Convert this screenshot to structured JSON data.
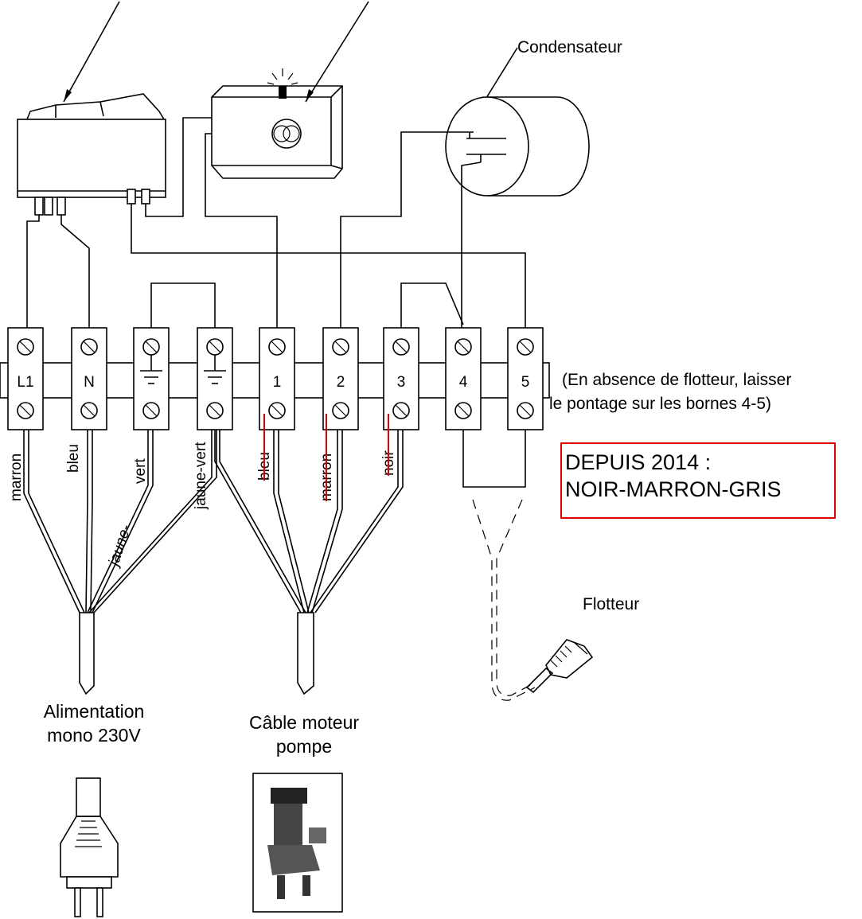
{
  "labels": {
    "capacitor": "Condensateur",
    "float": "Flotteur",
    "float_note_line1": "(En absence de flotteur, laisser",
    "float_note_line2": "le pontage sur les bornes 4-5)",
    "notice_line1": "DEPUIS 2014 :",
    "notice_line2": "NOIR-MARRON-GRIS",
    "power_line1": "Alimentation",
    "power_line2": "mono 230V",
    "motor_line1": "Câble moteur",
    "motor_line2": "pompe"
  },
  "terminals": [
    "L1",
    "N",
    "",
    "",
    "1",
    "2",
    "3",
    "4",
    "5"
  ],
  "wires": {
    "power": [
      "marron",
      "bleu",
      "vert",
      "jaune-",
      "jaune-vert"
    ],
    "motor": [
      "bleu",
      "marron",
      "noir"
    ]
  },
  "colors": {
    "notice_border": "#e00000",
    "strike": "#e00000"
  }
}
